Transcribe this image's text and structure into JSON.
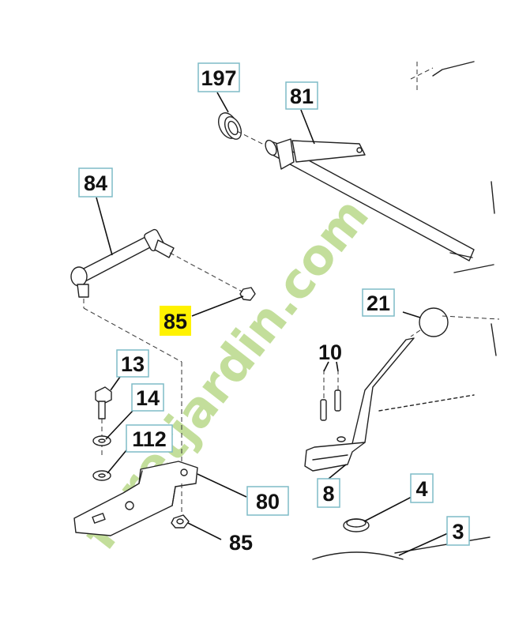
{
  "callouts": [
    {
      "id": "197",
      "label": "197",
      "boxed": true,
      "highlight": false
    },
    {
      "id": "81",
      "label": "81",
      "boxed": true,
      "highlight": false
    },
    {
      "id": "84",
      "label": "84",
      "boxed": true,
      "highlight": false
    },
    {
      "id": "85a",
      "label": "85",
      "boxed": false,
      "highlight": true
    },
    {
      "id": "21",
      "label": "21",
      "boxed": true,
      "highlight": false
    },
    {
      "id": "10",
      "label": "10",
      "boxed": false,
      "highlight": false
    },
    {
      "id": "13",
      "label": "13",
      "boxed": true,
      "highlight": false
    },
    {
      "id": "14",
      "label": "14",
      "boxed": true,
      "highlight": false
    },
    {
      "id": "112",
      "label": "112",
      "boxed": true,
      "highlight": false
    },
    {
      "id": "80",
      "label": "80",
      "boxed": true,
      "highlight": false
    },
    {
      "id": "8",
      "label": "8",
      "boxed": true,
      "highlight": false
    },
    {
      "id": "4",
      "label": "4",
      "boxed": true,
      "highlight": false
    },
    {
      "id": "3",
      "label": "3",
      "boxed": true,
      "highlight": false
    },
    {
      "id": "85b",
      "label": "85",
      "boxed": false,
      "highlight": false
    }
  ],
  "watermark": {
    "text": "foretjardin.com",
    "colors": {
      "green": "#b9d98a",
      "orange": "#f6c48e",
      "gray": "#c9c2b8"
    }
  },
  "colors": {
    "highlight": "#fff200",
    "box_border": "#7fbcc7",
    "line": "#222222"
  }
}
